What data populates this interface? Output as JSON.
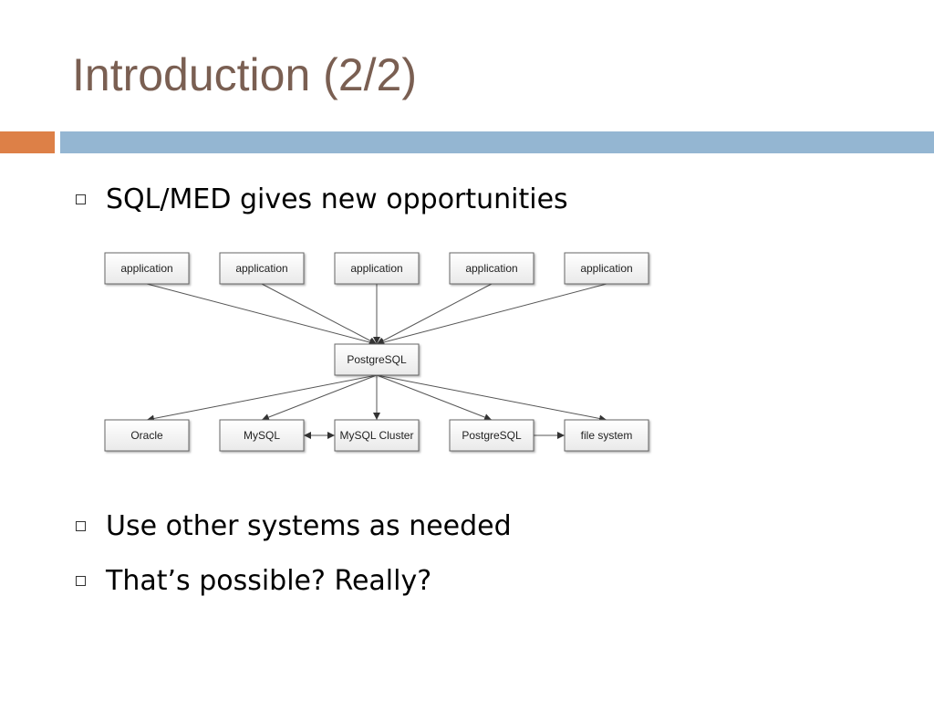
{
  "slide": {
    "title": "Introduction (2/2)",
    "accent_colors": {
      "orange": "#dd8047",
      "blue": "#94b6d2"
    }
  },
  "bullets": [
    {
      "text": "SQL/MED gives new opportunities"
    },
    {
      "text": "Use other systems as needed"
    },
    {
      "text": "That’s possible? Really?"
    }
  ],
  "diagram": {
    "top_nodes": [
      "application",
      "application",
      "application",
      "application",
      "application"
    ],
    "center_node": "PostgreSQL",
    "bottom_nodes": [
      "Oracle",
      "MySQL",
      "MySQL Cluster",
      "PostgreSQL",
      "file system"
    ],
    "edges": [
      {
        "from": "top_nodes.0",
        "to": "center_node",
        "kind": "directed"
      },
      {
        "from": "top_nodes.1",
        "to": "center_node",
        "kind": "directed"
      },
      {
        "from": "top_nodes.2",
        "to": "center_node",
        "kind": "directed"
      },
      {
        "from": "top_nodes.3",
        "to": "center_node",
        "kind": "directed"
      },
      {
        "from": "top_nodes.4",
        "to": "center_node",
        "kind": "directed"
      },
      {
        "from": "center_node",
        "to": "bottom_nodes.0",
        "kind": "directed"
      },
      {
        "from": "center_node",
        "to": "bottom_nodes.1",
        "kind": "directed"
      },
      {
        "from": "center_node",
        "to": "bottom_nodes.2",
        "kind": "directed"
      },
      {
        "from": "center_node",
        "to": "bottom_nodes.3",
        "kind": "directed"
      },
      {
        "from": "center_node",
        "to": "bottom_nodes.4",
        "kind": "directed"
      },
      {
        "from": "bottom_nodes.1",
        "to": "bottom_nodes.2",
        "kind": "bidirectional"
      },
      {
        "from": "bottom_nodes.3",
        "to": "bottom_nodes.4",
        "kind": "directed"
      }
    ]
  }
}
